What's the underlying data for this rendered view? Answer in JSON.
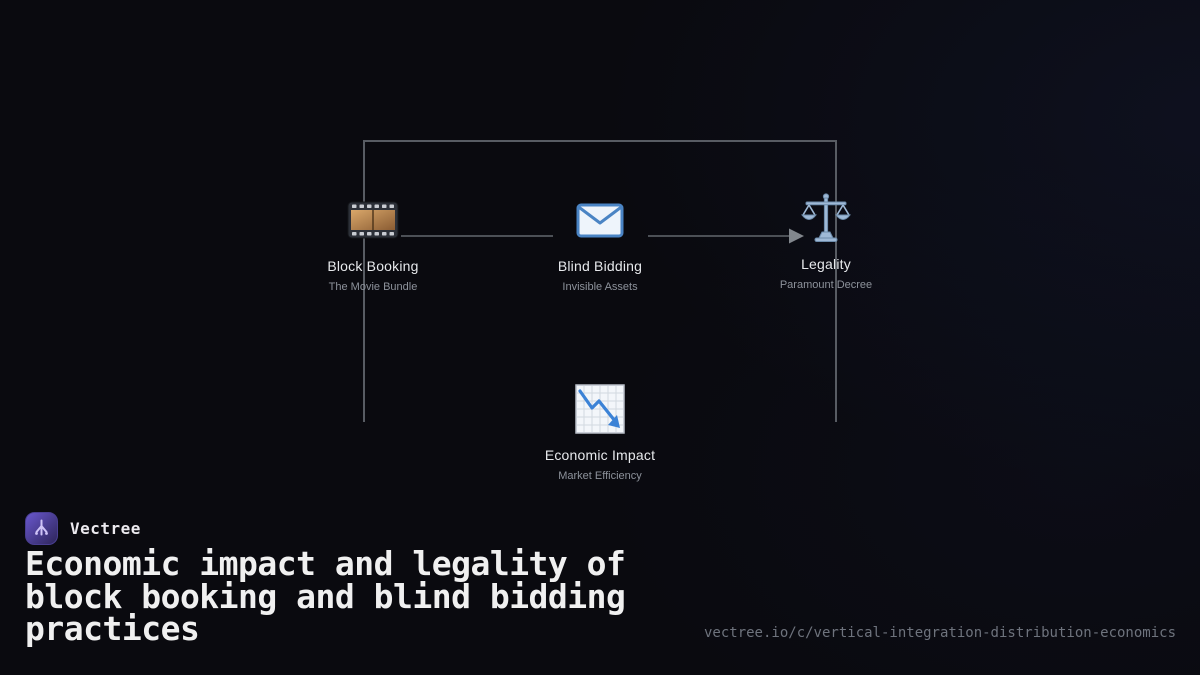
{
  "brand": {
    "name": "Vectree"
  },
  "title": "Economic impact and legality of block booking and blind bidding practices",
  "url": "vectree.io/c/vertical-integration-distribution-economics",
  "diagram": {
    "nodes": [
      {
        "id": "block-booking",
        "label": "Block Booking",
        "sublabel": "The Movie Bundle",
        "icon": "film-strip-icon"
      },
      {
        "id": "blind-bidding",
        "label": "Blind Bidding",
        "sublabel": "Invisible Assets",
        "icon": "envelope-icon"
      },
      {
        "id": "legality",
        "label": "Legality",
        "sublabel": "Paramount Decree",
        "icon": "balance-scale-icon"
      },
      {
        "id": "economic-impact",
        "label": "Economic Impact",
        "sublabel": "Market Efficiency",
        "icon": "chart-decreasing-icon"
      }
    ],
    "edges": [
      "block-booking -> blind-bidding",
      "blind-bidding -> legality",
      "block-booking -> economic-impact (bracket)",
      "legality -> economic-impact (bracket)"
    ]
  },
  "colors": {
    "background": "#0a0a0f",
    "line_gray": "#4c5056",
    "bracket_gray": "#585c63",
    "arrow_gray": "#82878d",
    "node_label": "#e7e9ec",
    "node_sublabel": "#8d929b",
    "title_text": "#f0f0f0",
    "url_text": "#6e737d",
    "logo_purple": "#5b4bbf"
  }
}
